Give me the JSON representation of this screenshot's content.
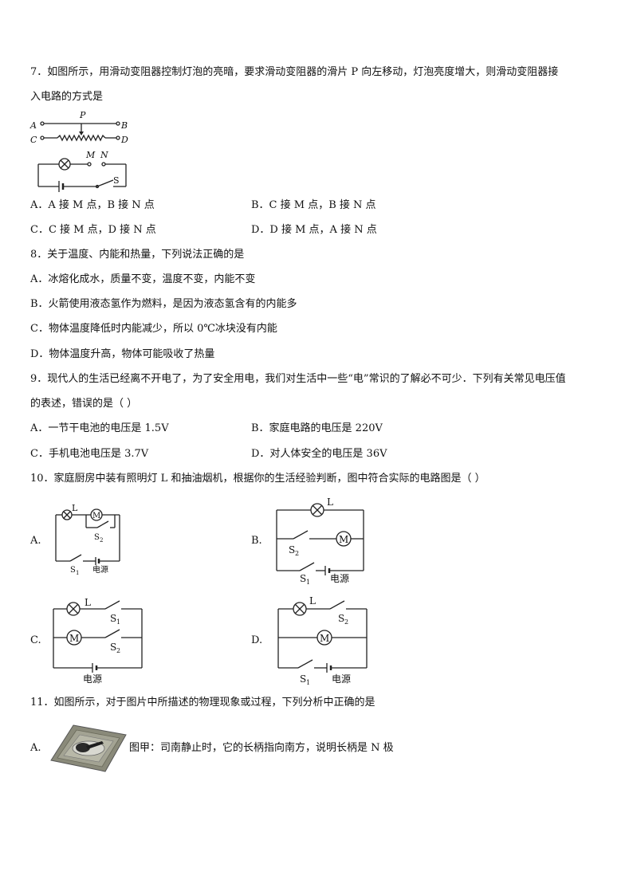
{
  "q7": {
    "stem_1": "7．如图所示，用滑动变阻器控制灯泡的亮暗，要求滑动变阻器的滑片 P 向左移动，灯泡亮度增大，则滑动变阻器接",
    "stem_2": "入电路的方式是",
    "fig": {
      "A": "A",
      "B": "B",
      "C": "C",
      "D": "D",
      "P": "P",
      "M": "M",
      "N": "N",
      "S": "S"
    },
    "opt_a": "A．A 接 M 点，B 接 N 点",
    "opt_b": "B．C 接 M 点，B 接 N 点",
    "opt_c": "C．C 接 M 点，D 接 N 点",
    "opt_d": "D．D 接 M 点，A 接 N 点"
  },
  "q8": {
    "stem": "8．关于温度、内能和热量，下列说法正确的是",
    "opt_a": "A．冰熔化成水，质量不变，温度不变，内能不变",
    "opt_b": "B．火箭使用液态氢作为燃料，是因为液态氢含有的内能多",
    "opt_c": "C．物体温度降低时内能减少，所以 0℃冰块没有内能",
    "opt_d": "D．物体温度升高，物体可能吸收了热量"
  },
  "q9": {
    "stem_1": "9．现代人的生活已经离不开电了，为了安全用电，我们对生活中一些“电”常识的了解必不可少．下列有关常见电压值",
    "stem_2": "的表述，错误的是（   ）",
    "opt_a": "A．一节干电池的电压是 1.5V",
    "opt_b": "B．家庭电路的电压是 220V",
    "opt_c": "C．手机电池电压是 3.7V",
    "opt_d": "D．对人体安全的电压是 36V"
  },
  "q10": {
    "stem": "10．家庭厨房中装有照明灯 L 和抽油烟机，根据你的生活经验判断，图中符合实际的电路图是（    ）",
    "label_a": "A.",
    "label_b": "B.",
    "label_c": "C.",
    "label_d": "D.",
    "lamp": "L",
    "motor": "M",
    "s1": "S",
    "s2": "S",
    "sub1": "1",
    "sub2": "2",
    "power": "电源"
  },
  "q11": {
    "stem": "11．如图所示，对于图片中所描述的物理现象或过程，下列分析中正确的是",
    "label_a": "A.",
    "opt_a": "图甲：司南静止时，它的长柄指向南方，说明长柄是 N 极"
  },
  "colors": {
    "text": "#111111",
    "wire": "#222222",
    "compass_base": "#8a8a7a"
  }
}
